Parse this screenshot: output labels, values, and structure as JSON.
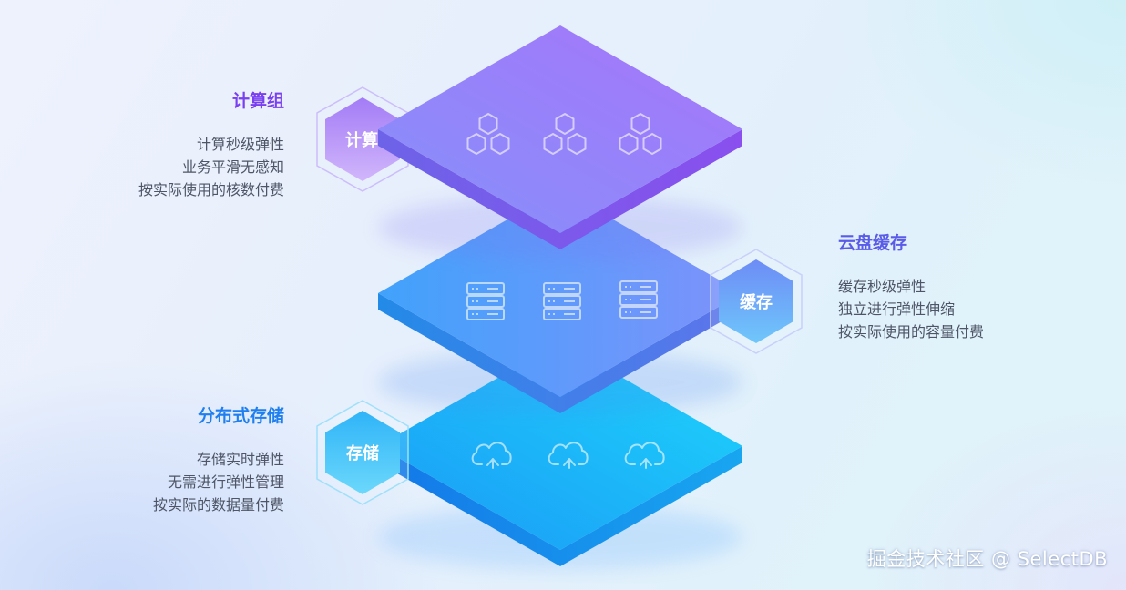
{
  "layers": {
    "compute": {
      "title": "计算组",
      "badge": "计算",
      "lines": [
        "计算秒级弹性",
        "业务平滑无感知",
        "按实际使用的核数付费"
      ],
      "icon": "hexagon-cluster-icon"
    },
    "cache": {
      "title": "云盘缓存",
      "badge": "缓存",
      "lines": [
        "缓存秒级弹性",
        "独立进行弹性伸缩",
        "按实际使用的容量付费"
      ],
      "icon": "server-rack-icon"
    },
    "storage": {
      "title": "分布式存储",
      "badge": "存储",
      "lines": [
        "存储实时弹性",
        "无需进行弹性管理",
        "按实际的数据量付费"
      ],
      "icon": "cloud-upload-icon"
    }
  },
  "watermark": "掘金技术社区 @ SelectDB",
  "colors": {
    "compute_title": "#7a3ff0",
    "cache_title": "#5a5ce8",
    "storage_title": "#1f7fee",
    "compute_plate": "#9b7cff",
    "cache_plate": "#5aa2ff",
    "storage_plate": "#18b8ff"
  }
}
